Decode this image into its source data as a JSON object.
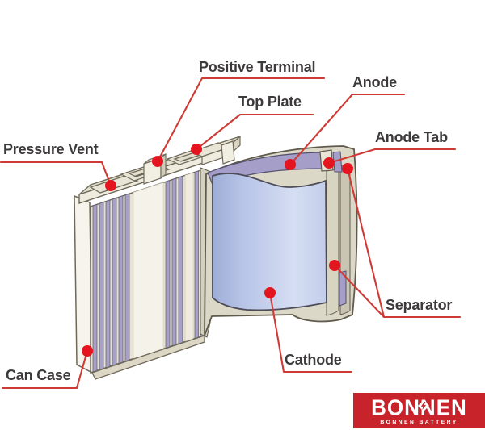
{
  "diagram": {
    "subject": "prismatic-battery-cell-cutaway",
    "callouts": {
      "pressure_vent": {
        "label": "Pressure Vent"
      },
      "positive_terminal": {
        "label": "Positive Terminal"
      },
      "top_plate": {
        "label": "Top Plate"
      },
      "anode": {
        "label": "Anode"
      },
      "anode_tab": {
        "label": "Anode Tab"
      },
      "separator": {
        "label": "Separator"
      },
      "cathode": {
        "label": "Cathode"
      },
      "can_case": {
        "label": "Can Case"
      }
    }
  },
  "logo": {
    "brand": "BONNEN",
    "tagline": "BONNEN BATTERY"
  },
  "colors": {
    "leader_red": "#cf3a35",
    "dot_red": "#e5151f",
    "label_text": "#3d3a3b",
    "logo_red": "#c8232b",
    "cathode_blue": "#b9c5e8",
    "anode_purple": "#a49ec9",
    "separator_beige": "#dcd8c7",
    "case_cream": "#f1eee3"
  }
}
